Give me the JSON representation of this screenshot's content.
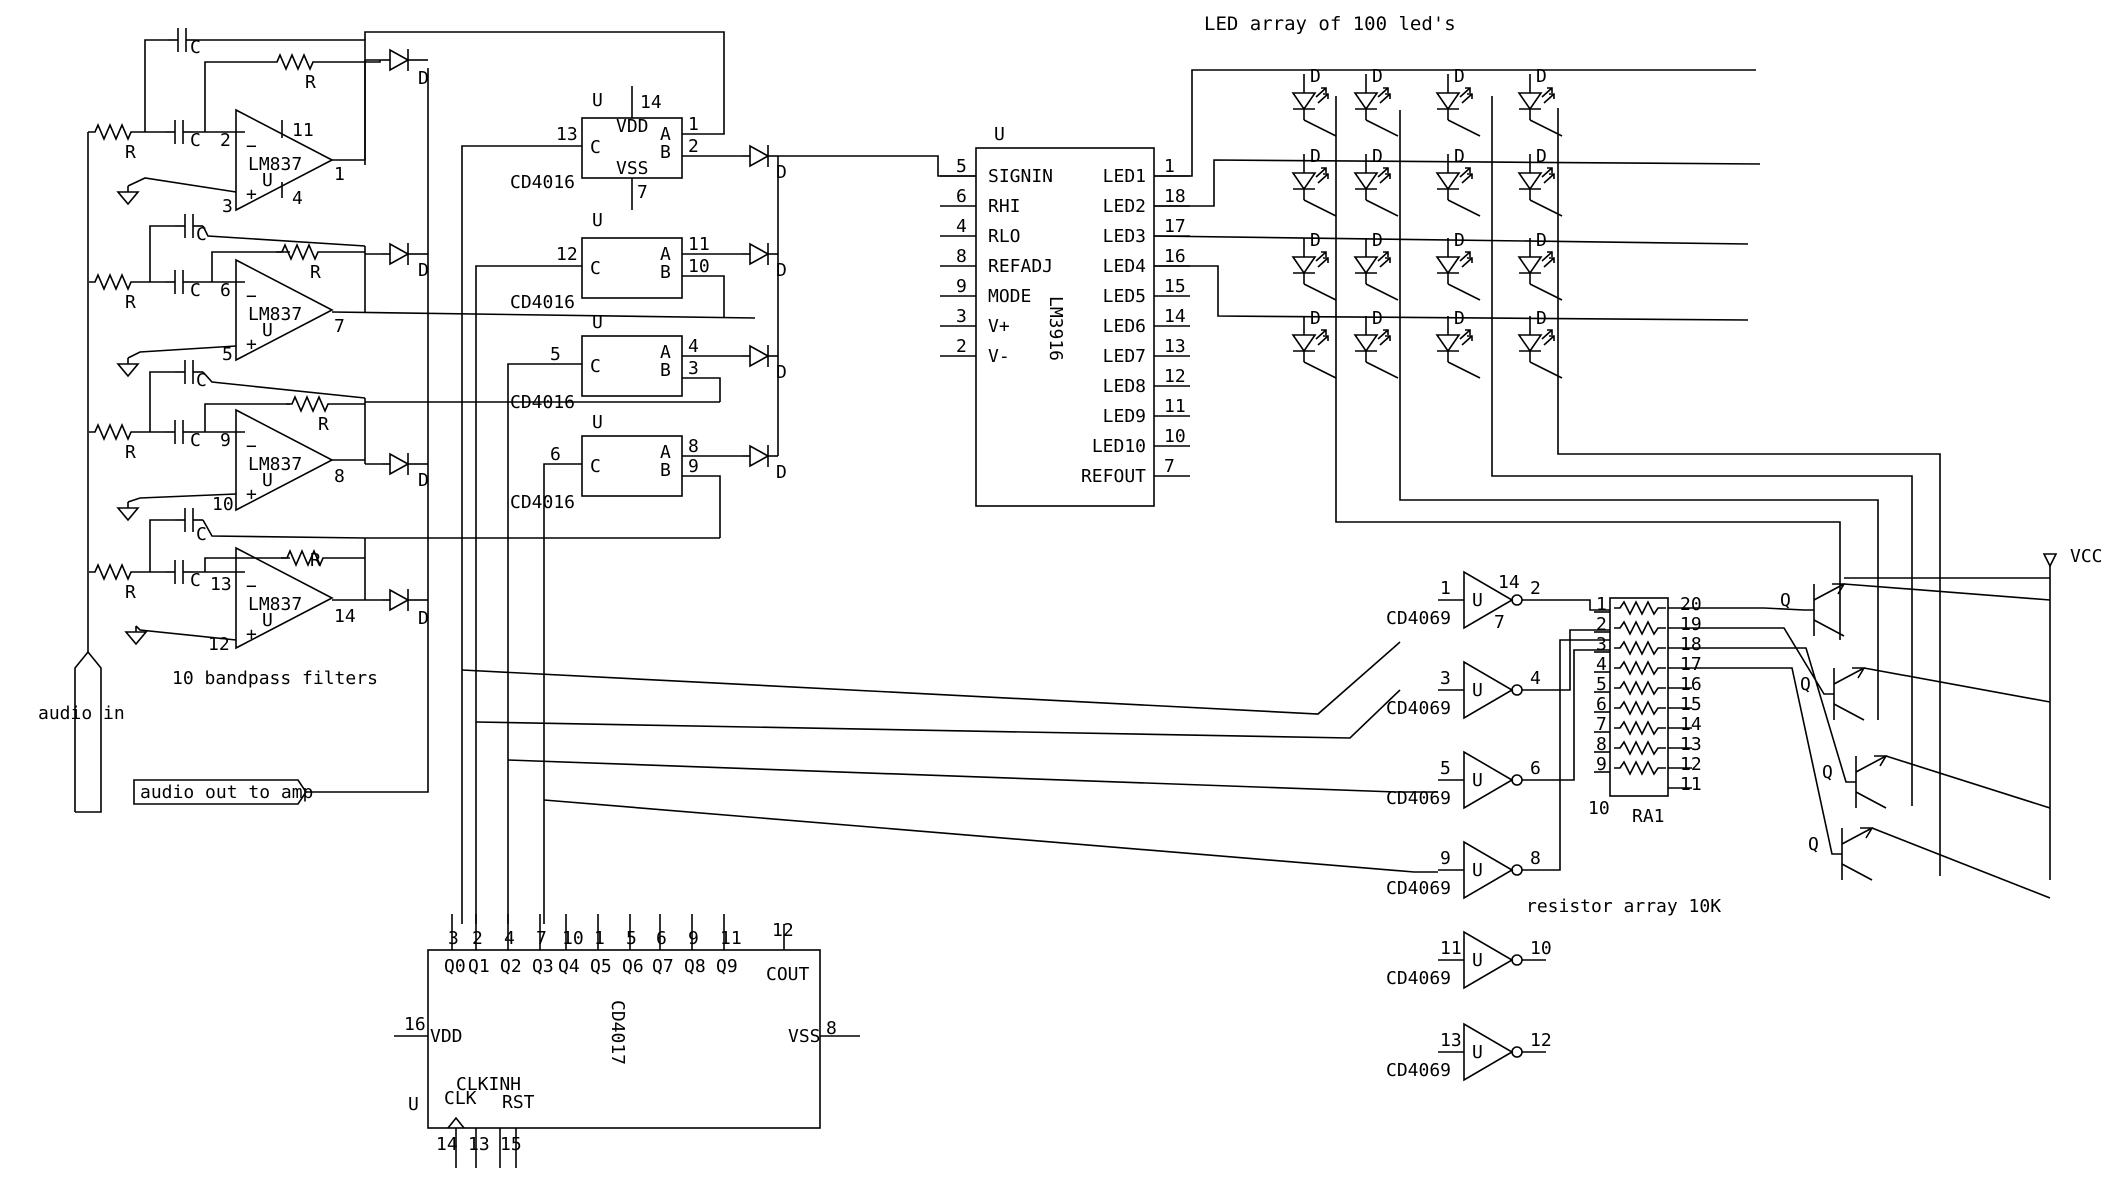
{
  "title": "LED array of 100 led's",
  "labels": {
    "filters": "10 bandpass filters",
    "audio_in": "audio in",
    "audio_out": "audio out to amp",
    "resistor_array": "resistor array 10K",
    "vcc": "VCC",
    "ra1": "RA1",
    "ra_pin10": "10"
  },
  "opamps": [
    {
      "part": "LM837",
      "unit": "U",
      "in_minus": "2",
      "in_plus": "3",
      "out": "1",
      "pwr_top": "11",
      "pwr_bot": "4"
    },
    {
      "part": "LM837",
      "unit": "U",
      "in_minus": "6",
      "in_plus": "5",
      "out": "7",
      "pwr_top": "",
      "pwr_bot": ""
    },
    {
      "part": "LM837",
      "unit": "U",
      "in_minus": "9",
      "in_plus": "10",
      "out": "8",
      "pwr_top": "",
      "pwr_bot": ""
    },
    {
      "part": "LM837",
      "unit": "U",
      "in_minus": "13",
      "in_plus": "12",
      "out": "14",
      "pwr_top": "",
      "pwr_bot": ""
    }
  ],
  "filter_parts": {
    "cap": "C",
    "res": "R",
    "diode": "D"
  },
  "switches": [
    {
      "part": "CD4016",
      "unit": "U",
      "ctrl": "13",
      "a": "1",
      "b": "2",
      "vdd": "VDD",
      "vss": "VSS",
      "pin14": "14",
      "pin7": "7"
    },
    {
      "part": "CD4016",
      "unit": "U",
      "ctrl": "12",
      "a": "11",
      "b": "10"
    },
    {
      "part": "CD4016",
      "unit": "U",
      "ctrl": "5",
      "a": "4",
      "b": "3"
    },
    {
      "part": "CD4016",
      "unit": "U",
      "ctrl": "6",
      "a": "8",
      "b": "9"
    }
  ],
  "lm3916": {
    "part": "LM3916",
    "unit": "U",
    "left_pins": [
      {
        "num": "5",
        "name": "SIGNIN"
      },
      {
        "num": "6",
        "name": "RHI"
      },
      {
        "num": "4",
        "name": "RLO"
      },
      {
        "num": "8",
        "name": "REFADJ"
      },
      {
        "num": "9",
        "name": "MODE"
      },
      {
        "num": "3",
        "name": "V+"
      },
      {
        "num": "2",
        "name": "V-"
      }
    ],
    "right_pins": [
      {
        "num": "1",
        "name": "LED1"
      },
      {
        "num": "18",
        "name": "LED2"
      },
      {
        "num": "17",
        "name": "LED3"
      },
      {
        "num": "16",
        "name": "LED4"
      },
      {
        "num": "15",
        "name": "LED5"
      },
      {
        "num": "14",
        "name": "LED6"
      },
      {
        "num": "13",
        "name": "LED7"
      },
      {
        "num": "12",
        "name": "LED8"
      },
      {
        "num": "11",
        "name": "LED9"
      },
      {
        "num": "10",
        "name": "LED10"
      },
      {
        "num": "7",
        "name": "REFOUT"
      }
    ]
  },
  "led_label": "D",
  "inverters": [
    {
      "part": "CD4069",
      "unit": "U",
      "in": "1",
      "out": "2",
      "pwr_top": "14",
      "pwr_bot": "7"
    },
    {
      "part": "CD4069",
      "unit": "U",
      "in": "3",
      "out": "4",
      "pwr_top": "",
      "pwr_bot": ""
    },
    {
      "part": "CD4069",
      "unit": "U",
      "in": "5",
      "out": "6",
      "pwr_top": "",
      "pwr_bot": ""
    },
    {
      "part": "CD4069",
      "unit": "U",
      "in": "9",
      "out": "8",
      "pwr_top": "",
      "pwr_bot": ""
    },
    {
      "part": "CD4069",
      "unit": "U",
      "in": "11",
      "out": "10",
      "pwr_top": "",
      "pwr_bot": ""
    },
    {
      "part": "CD4069",
      "unit": "U",
      "in": "13",
      "out": "12",
      "pwr_top": "",
      "pwr_bot": ""
    }
  ],
  "ra_pins": {
    "left": [
      "1",
      "2",
      "3",
      "4",
      "5",
      "6",
      "7",
      "8",
      "9"
    ],
    "right": [
      "20",
      "19",
      "18",
      "17",
      "16",
      "15",
      "14",
      "13",
      "12",
      "11"
    ]
  },
  "transistor_label": "Q",
  "counter": {
    "part": "CD4017",
    "unit": "U",
    "outputs": [
      {
        "pin": "3",
        "name": "Q0"
      },
      {
        "pin": "2",
        "name": "Q1"
      },
      {
        "pin": "4",
        "name": "Q2"
      },
      {
        "pin": "7",
        "name": "Q3"
      },
      {
        "pin": "10",
        "name": "Q4"
      },
      {
        "pin": "1",
        "name": "Q5"
      },
      {
        "pin": "5",
        "name": "Q6"
      },
      {
        "pin": "6",
        "name": "Q7"
      },
      {
        "pin": "9",
        "name": "Q8"
      },
      {
        "pin": "11",
        "name": "Q9"
      }
    ],
    "cout": "COUT",
    "cout_pin": "12",
    "vdd": "VDD",
    "vdd_pin": "16",
    "vss": "VSS",
    "vss_pin": "8",
    "clkinh": "CLKINH",
    "clk": "CLK",
    "rst": "RST",
    "bottom_pins": [
      "14",
      "13",
      "15"
    ]
  }
}
